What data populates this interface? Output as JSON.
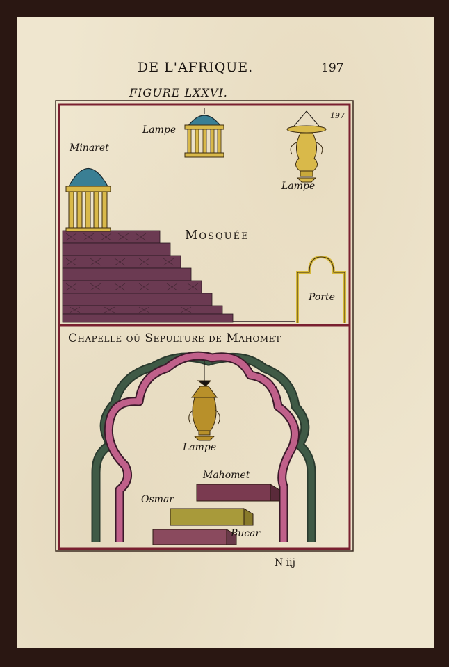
{
  "header": {
    "title": "DE L'AFRIQUE.",
    "page_number": "197"
  },
  "figure": {
    "label": "FIGURE LXXVI.",
    "plate_number": "197"
  },
  "mosque_plate": {
    "labels": {
      "minaret": "Minaret",
      "lampe_top": "Lampe",
      "lampe_right": "Lampe",
      "mosque": "Mosquée",
      "porte": "Porte"
    },
    "colors": {
      "dome": "#3a7f94",
      "columns": "#d9b94a",
      "steps": "#6b3a52",
      "door": "#d6b83a",
      "frame": "#7a2030"
    }
  },
  "chapel_plate": {
    "title": "Chapelle où Sepulture de Mahomet",
    "labels": {
      "lampe": "Lampe",
      "mahomet": "Mahomet",
      "osmar": "Osmar",
      "bucar": "Bucar"
    },
    "colors": {
      "arch_pink": "#c0608a",
      "arch_green": "#3f5a46",
      "tomb_mahomet": "#7a3a50",
      "tomb_osmar": "#a89a3a",
      "tomb_bucar": "#8a4a5e",
      "lamp": "#b8902a"
    }
  },
  "footer": {
    "signature": "N iij"
  }
}
